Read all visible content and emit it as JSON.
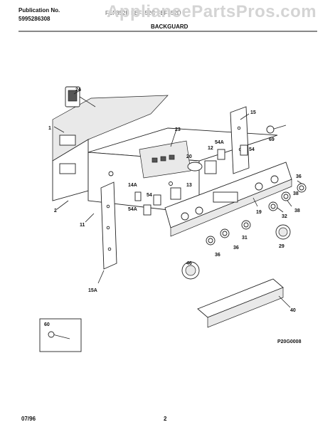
{
  "header": {
    "publication_label": "Publication No.",
    "publication_number": "5995286308",
    "model_text": "FEF352B   FEF352C   FEF352D",
    "section_title": "BACKGUARD"
  },
  "watermark": "AppliancePartsPros.com",
  "callouts": [
    "1",
    "24",
    "23",
    "15",
    "69",
    "20",
    "12",
    "54A",
    "54",
    "13",
    "14A",
    "54",
    "54A",
    "2",
    "11",
    "36",
    "38",
    "19",
    "32",
    "38",
    "31",
    "36",
    "36",
    "29",
    "15A",
    "46",
    "40",
    "60"
  ],
  "figure_code": "P20G0008",
  "footer": {
    "date": "07/96",
    "page_number": "2"
  }
}
